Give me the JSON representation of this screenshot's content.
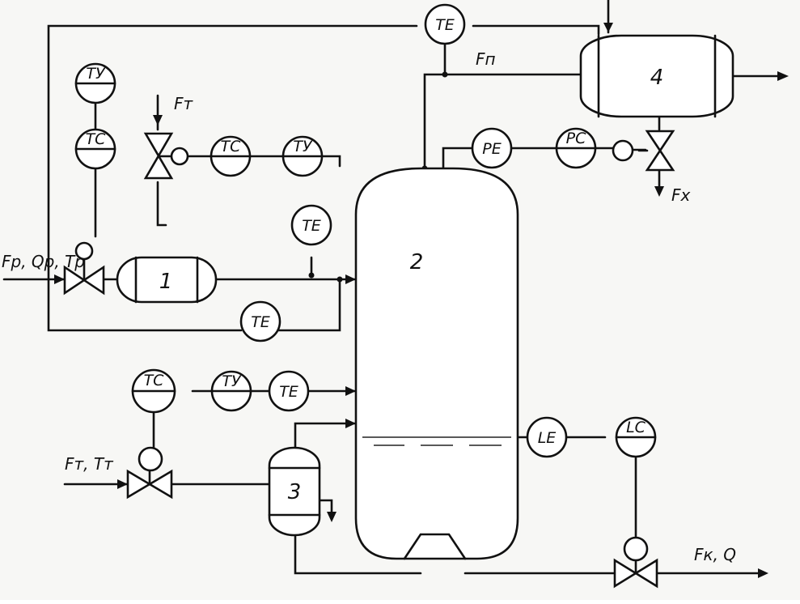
{
  "instruments": {
    "te_top": "TE",
    "ty_top": "TУ",
    "tc_top": "TC",
    "tc_mid": "TC",
    "ty_mid": "TУ",
    "te_mid": "TE",
    "pe": "PE",
    "pc": "PC",
    "te_lower": "TE",
    "tc_low": "TC",
    "ty_low": "TУ",
    "te_low": "TE",
    "le": "LE",
    "lc": "LC"
  },
  "vessels": {
    "v1": "1",
    "v2": "2",
    "v3": "3",
    "v4": "4"
  },
  "flows": {
    "ft_top": "Fт",
    "fn": "Fп",
    "fx": "Fx",
    "inlet_left": "Fр, Qр, Tр",
    "inlet_low": "Fт, Tт",
    "outlet": "Fк, Q"
  }
}
